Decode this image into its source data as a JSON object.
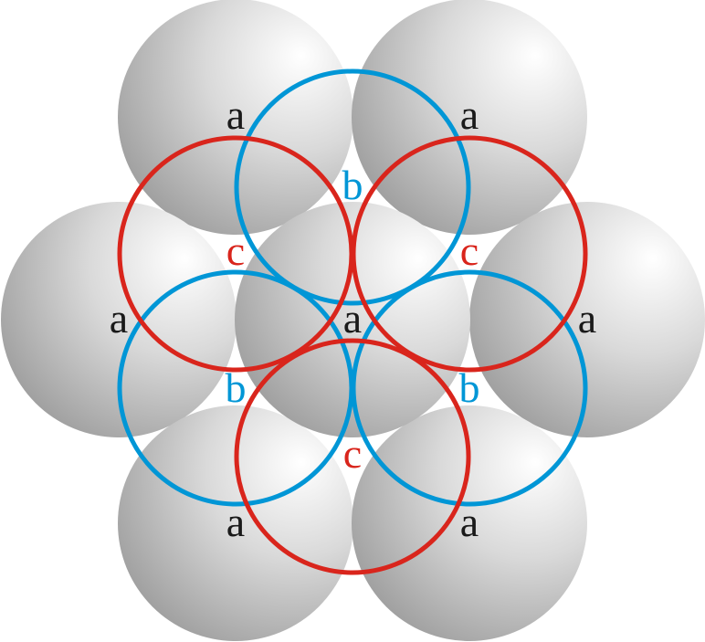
{
  "colors": {
    "sphere_light": "#ffffff",
    "sphere_mid": "#d9d9d9",
    "sphere_dark": "#9a9a9a",
    "label_a": "#1a1a1a",
    "label_b": "#0096d6",
    "label_c": "#d9251c",
    "ring_b": "#0096d6",
    "ring_c": "#d9251c"
  },
  "layers": {
    "a": {
      "spheres": 7,
      "labels": [
        "a",
        "a",
        "a",
        "a",
        "a",
        "a",
        "a"
      ]
    },
    "b": {
      "rings": 3,
      "labels": [
        "b",
        "b",
        "b"
      ]
    },
    "c": {
      "rings": 3,
      "labels": [
        "c",
        "c",
        "c"
      ]
    }
  }
}
